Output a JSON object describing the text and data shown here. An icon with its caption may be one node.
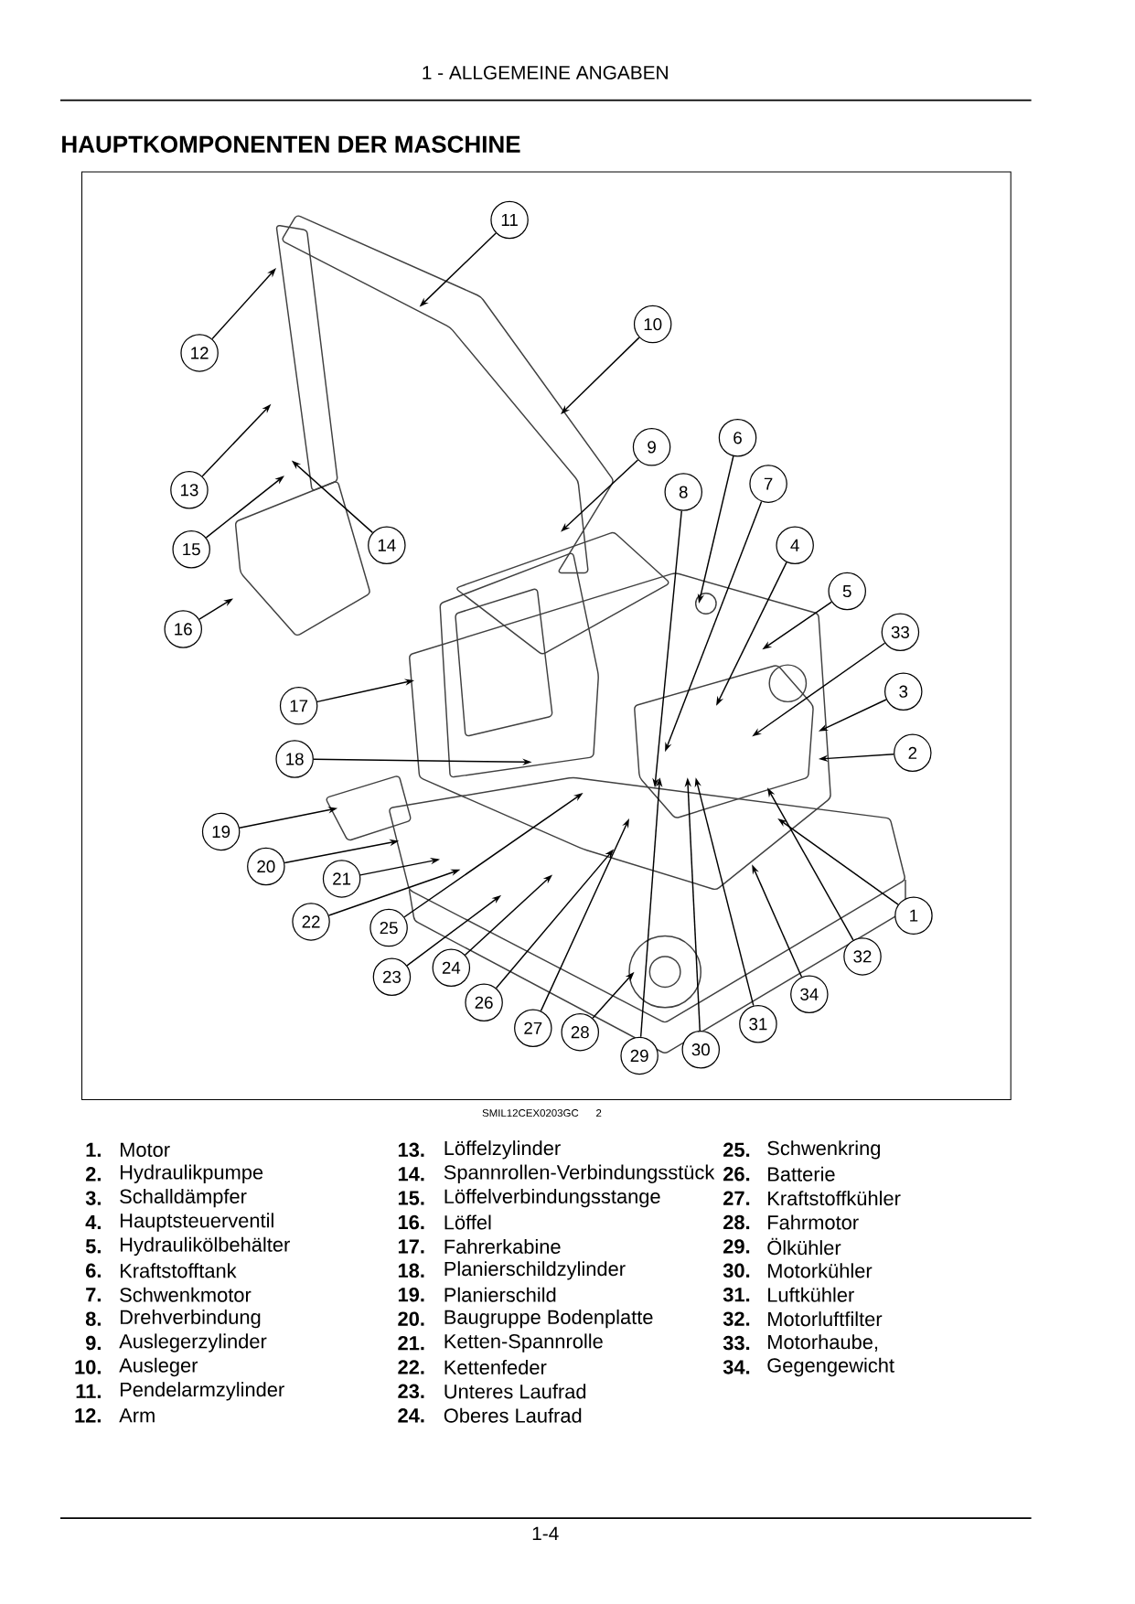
{
  "diagram": {
    "title": "HAUPTKOMPONENTEN DER MASCHINE",
    "nodes": [
      {
        "text": [
          "11"
        ]
      },
      {
        "text": [
          "10"
        ]
      },
      {
        "text": [
          "12"
        ]
      },
      {
        "text": [
          "6"
        ]
      },
      {
        "text": [
          "9"
        ]
      },
      {
        "text": [
          "7"
        ]
      },
      {
        "text": [
          "8"
        ]
      },
      {
        "text": [
          "13"
        ]
      },
      {
        "text": [
          "4"
        ]
      },
      {
        "text": [
          "14"
        ]
      },
      {
        "text": [
          "15"
        ]
      },
      {
        "text": [
          "5"
        ]
      },
      {
        "text": [
          "16"
        ]
      },
      {
        "text": [
          "33"
        ]
      },
      {
        "text": [
          "3"
        ]
      },
      {
        "text": [
          "17"
        ]
      },
      {
        "text": [
          "2"
        ]
      },
      {
        "text": [
          "18"
        ]
      },
      {
        "text": [
          "19"
        ]
      },
      {
        "text": [
          "20"
        ]
      },
      {
        "text": [
          "21"
        ]
      },
      {
        "text": [
          "1"
        ]
      },
      {
        "text": [
          "22"
        ]
      },
      {
        "text": [
          "25"
        ]
      },
      {
        "text": [
          "32"
        ]
      },
      {
        "text": [
          "24"
        ]
      },
      {
        "text": [
          "23"
        ]
      },
      {
        "text": [
          "34"
        ]
      },
      {
        "text": [
          "26"
        ]
      },
      {
        "text": [
          "31"
        ]
      },
      {
        "text": [
          "27"
        ]
      },
      {
        "text": [
          "28"
        ]
      },
      {
        "text": [
          "30"
        ]
      },
      {
        "text": [
          "29"
        ]
      }
    ],
    "edges": [
      {
        "from": 0,
        "to": null,
        "arrow": "to"
      },
      {
        "from": 1,
        "to": null,
        "arrow": "to"
      },
      {
        "from": 2,
        "to": null,
        "arrow": "to"
      },
      {
        "from": 3,
        "to": null,
        "arrow": "to"
      },
      {
        "from": 4,
        "to": null,
        "arrow": "to"
      },
      {
        "from": 5,
        "to": null,
        "arrow": "to"
      },
      {
        "from": 6,
        "to": null,
        "arrow": "to"
      },
      {
        "from": 7,
        "to": null,
        "arrow": "to"
      },
      {
        "from": 8,
        "to": null,
        "arrow": "to"
      },
      {
        "from": 9,
        "to": null,
        "arrow": "to"
      },
      {
        "from": 10,
        "to": null,
        "arrow": "to"
      },
      {
        "from": 11,
        "to": null,
        "arrow": "to"
      },
      {
        "from": 12,
        "to": null,
        "arrow": "to"
      },
      {
        "from": 13,
        "to": null,
        "arrow": "to"
      },
      {
        "from": 14,
        "to": null,
        "arrow": "to"
      },
      {
        "from": 15,
        "to": null,
        "arrow": "to"
      },
      {
        "from": 16,
        "to": null,
        "arrow": "to"
      },
      {
        "from": 17,
        "to": null,
        "arrow": "to"
      },
      {
        "from": 18,
        "to": null,
        "arrow": "to"
      },
      {
        "from": 19,
        "to": null,
        "arrow": "to"
      },
      {
        "from": 20,
        "to": null,
        "arrow": "to"
      },
      {
        "from": 21,
        "to": null,
        "arrow": "to"
      },
      {
        "from": 22,
        "to": null,
        "arrow": "to"
      },
      {
        "from": 23,
        "to": null,
        "arrow": "to"
      },
      {
        "from": 24,
        "to": null,
        "arrow": "to"
      },
      {
        "from": 25,
        "to": null,
        "arrow": "to"
      },
      {
        "from": 26,
        "to": null,
        "arrow": "to"
      },
      {
        "from": 27,
        "to": null,
        "arrow": "to"
      },
      {
        "from": 28,
        "to": null,
        "arrow": "to"
      },
      {
        "from": 29,
        "to": null,
        "arrow": "to"
      },
      {
        "from": 30,
        "to": null,
        "arrow": "to"
      },
      {
        "from": 31,
        "to": null,
        "arrow": "to"
      },
      {
        "from": 32,
        "to": null,
        "arrow": "to"
      },
      {
        "from": 33,
        "to": null,
        "arrow": "to"
      }
    ],
    "labels": [
      "1 - ALLGEMEINE ANGABEN",
      "1.",
      "Motor",
      "2.",
      "Hydraulikpumpe",
      "3.",
      "Schalldämpfer",
      "4.",
      "Hauptsteuerventil",
      "5.",
      "Hydraulikölbehälter",
      "6.",
      "Kraftstofftank",
      "7.",
      "Schwenkmotor",
      "8.",
      "Drehverbindung",
      "9.",
      "Auslegerzylinder",
      "10.",
      "Ausleger",
      "11.",
      "Pendelarmzylinder",
      "12.",
      "Arm",
      "13.",
      "Löffelzylinder",
      "14.",
      "Spannrollen-Verbindungsstück",
      "15.",
      "Löffelverbindungsstange",
      "16.",
      "Löffel",
      "17.",
      "Fahrerkabine",
      "18.",
      "Planierschildzylinder",
      "19.",
      "Planierschild",
      "20.",
      "Baugruppe Bodenplatte",
      "21.",
      "Ketten-Spannrolle",
      "22.",
      "Kettenfeder",
      "23.",
      "Unteres Laufrad",
      "24.",
      "Oberes Laufrad",
      "25.",
      "Schwenkring",
      "26.",
      "Batterie",
      "27.",
      "Kraftstoffkühler",
      "28.",
      "Fahrmotor",
      "29.",
      "Ölkühler",
      "30.",
      "Motorkühler",
      "31.",
      "Luftkühler",
      "32.",
      "Motorluftfilter",
      "33.",
      "Motorhaube,",
      "34.",
      "Gegengewicht",
      "SMIL12CEX0203GC",
      "2",
      "1-4"
    ]
  }
}
